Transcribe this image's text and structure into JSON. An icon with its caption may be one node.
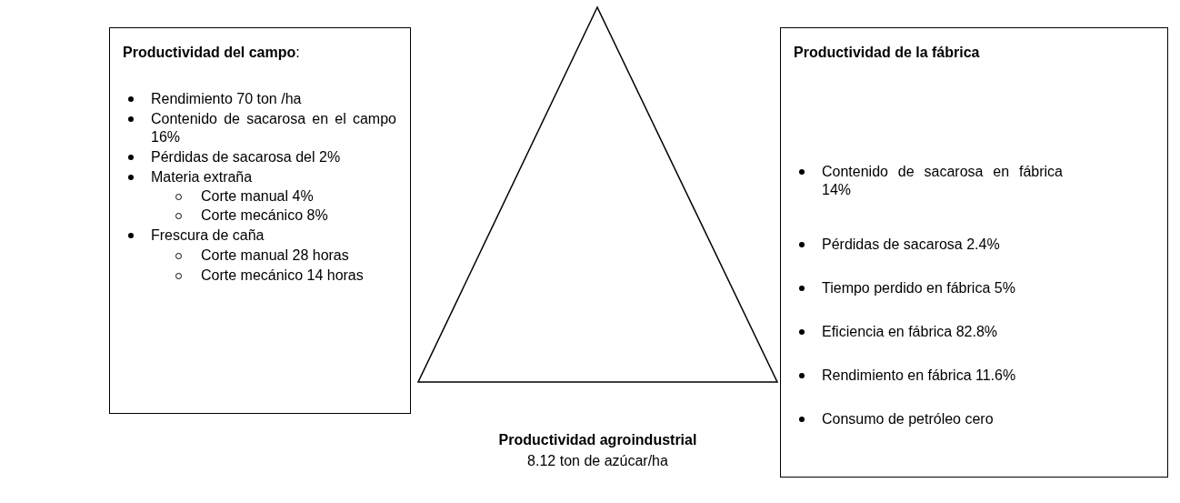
{
  "diagram": {
    "nodes": [
      {
        "text": [
          "**Productividad del campo**:",
          "Rendimiento 70 ton /ha",
          "Contenido de sacarosa en el campo 16%",
          "Pérdidas de sacarosa del 2%",
          "Materia extraña",
          "Corte manual 4%",
          "Corte mecánico 8%",
          "Frescura de caña",
          "Corte manual 28 horas",
          "Corte mecánico 14 horas"
        ]
      },
      {
        "text": [
          "**Productividad agroindustrial**",
          "8.12 ton de azúcar/ha"
        ]
      },
      {
        "text": [
          "**Productividad de la fábrica**",
          "Contenido de  sacarosa en fábrica 14%",
          "Pérdidas de sacarosa 2.4%",
          "Tiempo perdido en fábrica 5%",
          "Eficiencia en fábrica 82.8%",
          "Rendimiento en fábrica 11.6%",
          "Consumo de petróleo cero"
        ]
      }
    ],
    "edges": []
  }
}
